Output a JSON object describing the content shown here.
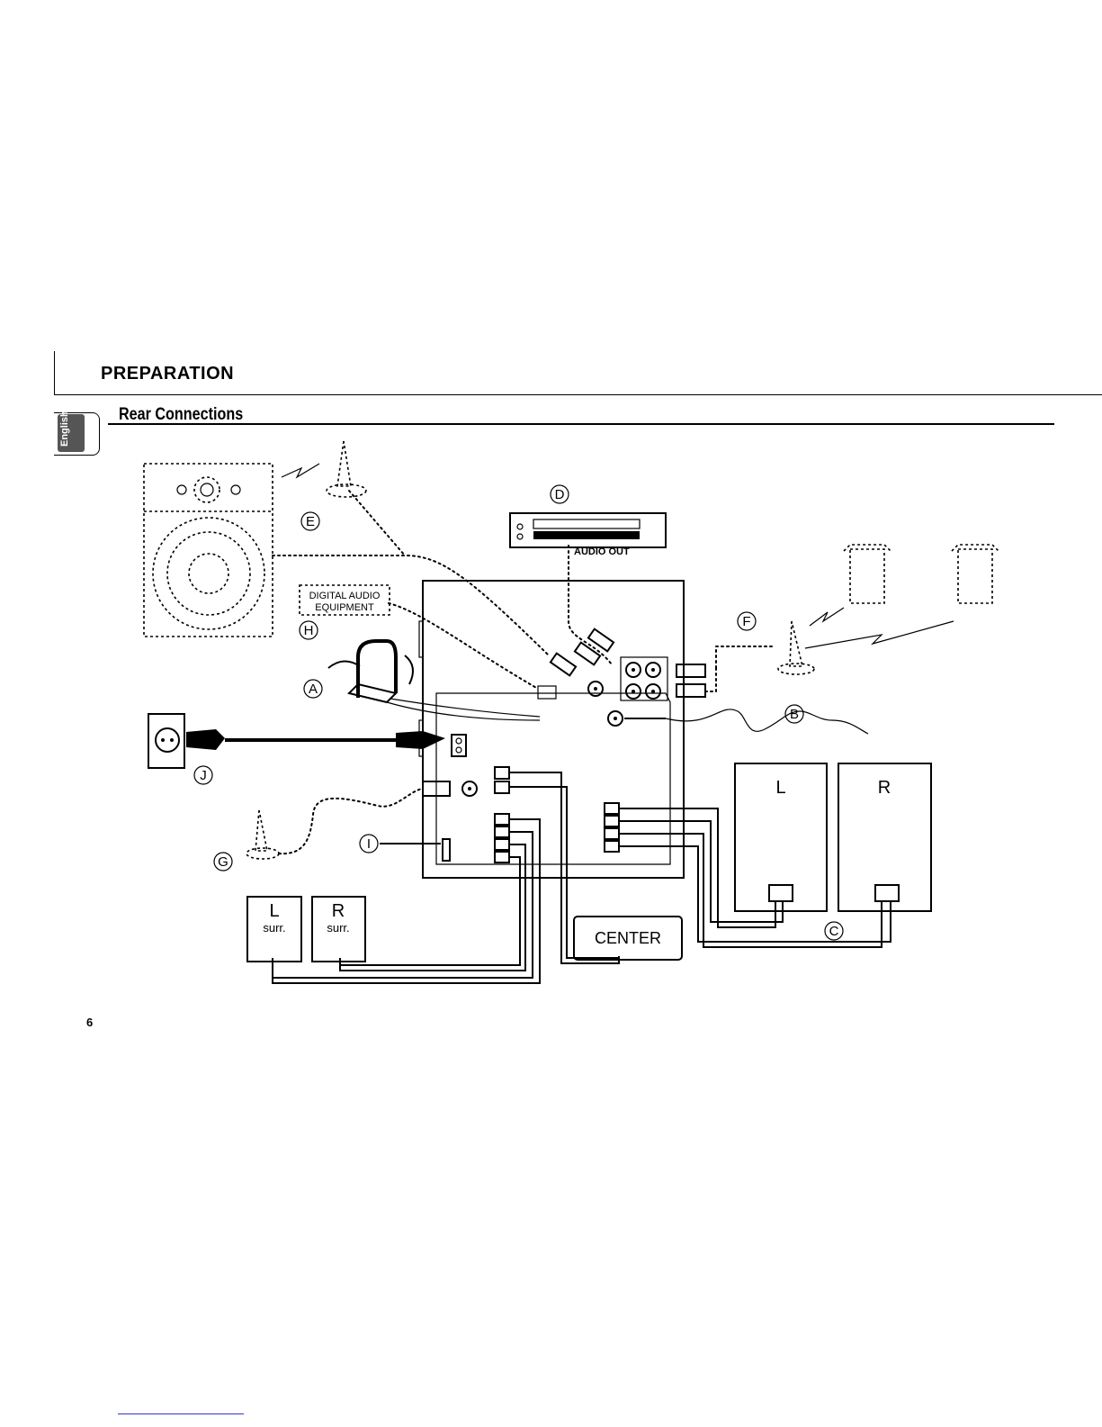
{
  "header": {
    "section_title": "PREPARATION"
  },
  "tab": {
    "language": "English"
  },
  "content": {
    "subheading": "Rear Connections"
  },
  "diagram": {
    "callouts": {
      "a": "A",
      "b": "B",
      "c": "C",
      "d": "D",
      "e": "E",
      "f": "F",
      "g": "G",
      "h": "H",
      "i": "I",
      "j": "J"
    },
    "boxes": {
      "digital_audio_line1": "DIGITAL AUDIO",
      "digital_audio_line2": "EQUIPMENT",
      "audio_out": "AUDIO OUT",
      "front_left": "L",
      "front_right": "R",
      "surr_left": "L",
      "surr_left_sub": "surr.",
      "surr_right": "R",
      "surr_right_sub": "surr.",
      "center": "CENTER"
    }
  },
  "footer": {
    "page_number": "6"
  }
}
